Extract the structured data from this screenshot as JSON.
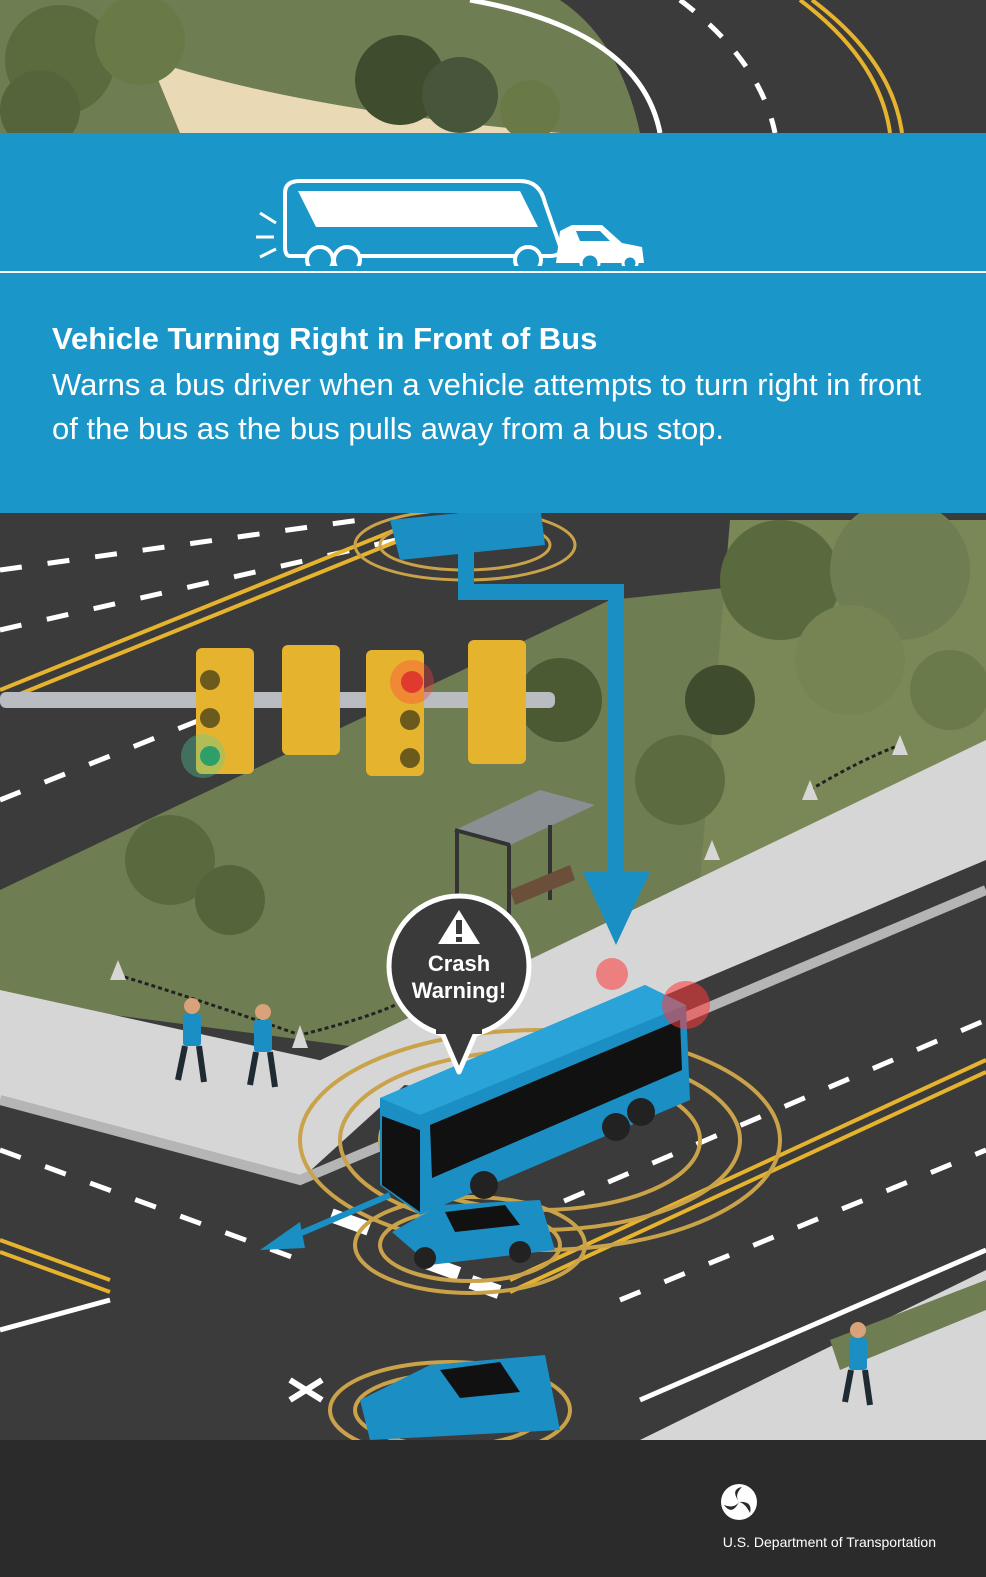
{
  "banner": {
    "title": "Vehicle Turning Right in Front of Bus",
    "description": "Warns a bus driver when a vehicle attempts to turn right in front of the bus as the bus pulls away from a bus stop."
  },
  "warning_bubble": {
    "line1": "Crash",
    "line2": "Warning!"
  },
  "footer": {
    "agency": "U.S. Department of Transportation"
  },
  "icons": {
    "bus_car_icon": "bus-and-car-icon",
    "alert_icon": "warning-triangle-icon",
    "logo": "dot-triskelion-logo"
  },
  "colors": {
    "banner": "#1a96c9",
    "road": "#3b3b3b",
    "grass": "#6f7d52",
    "sidewalk": "#d6d6d6",
    "vehicle_blue": "#1b8fc4",
    "signal_yellow": "#e6b32e",
    "footer": "#2b2b2b"
  }
}
